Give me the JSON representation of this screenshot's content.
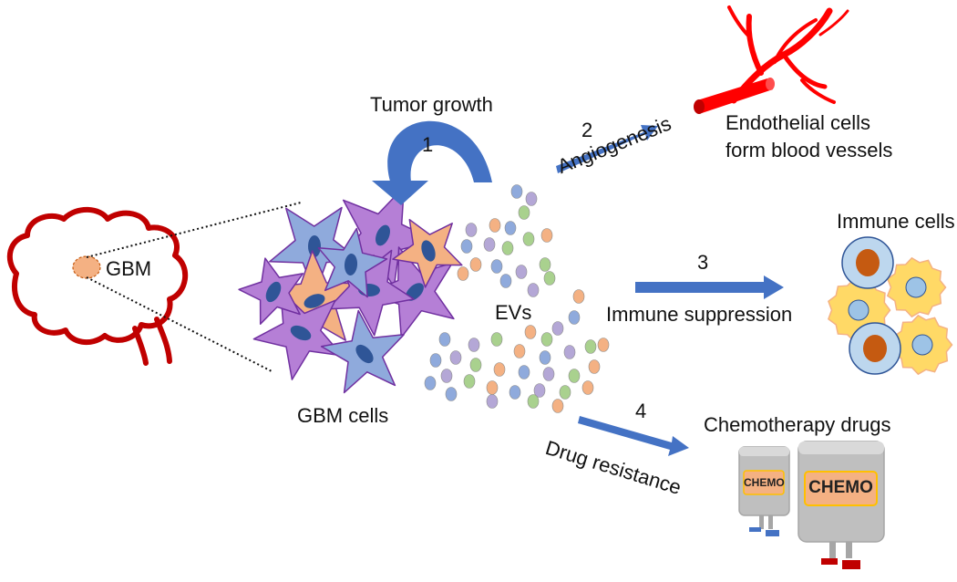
{
  "labels": {
    "gbm": "GBM",
    "gbm_cells": "GBM cells",
    "evs": "EVs",
    "tumor_growth": "Tumor growth",
    "angiogenesis": "Angiogenesis",
    "endothelial_line1": "Endothelial cells",
    "endothelial_line2": "form blood vessels",
    "immune_cells": "Immune cells",
    "immune_suppression": "Immune suppression",
    "drug_resistance": "Drug resistance",
    "chemo_drugs": "Chemotherapy drugs",
    "chemo_bag_small": "CHEMO",
    "chemo_bag_large": "CHEMO"
  },
  "steps": [
    "1",
    "2",
    "3",
    "4"
  ],
  "colors": {
    "brain_outline": "#c00000",
    "tumor": "#f4b183",
    "cell_blue": "#8faadc",
    "cell_purple": "#b57fd6",
    "cell_orange": "#f4b183",
    "nucleus": "#2f5597",
    "arrow": "#4472c4",
    "vessel": "#ff0000",
    "ev_palette": [
      "#8faadc",
      "#f4b183",
      "#a9d18e",
      "#b4a7d6"
    ],
    "immune_yellow": "#ffd966",
    "immune_blue": "#bdd7ee",
    "immune_nucleus_blue": "#9dc3e6",
    "immune_nucleus_orange": "#c55a11",
    "chemo_bag": "#bfbfbf",
    "chemo_label_fill": "#f4b183",
    "chemo_label_border": "#ffc000"
  }
}
